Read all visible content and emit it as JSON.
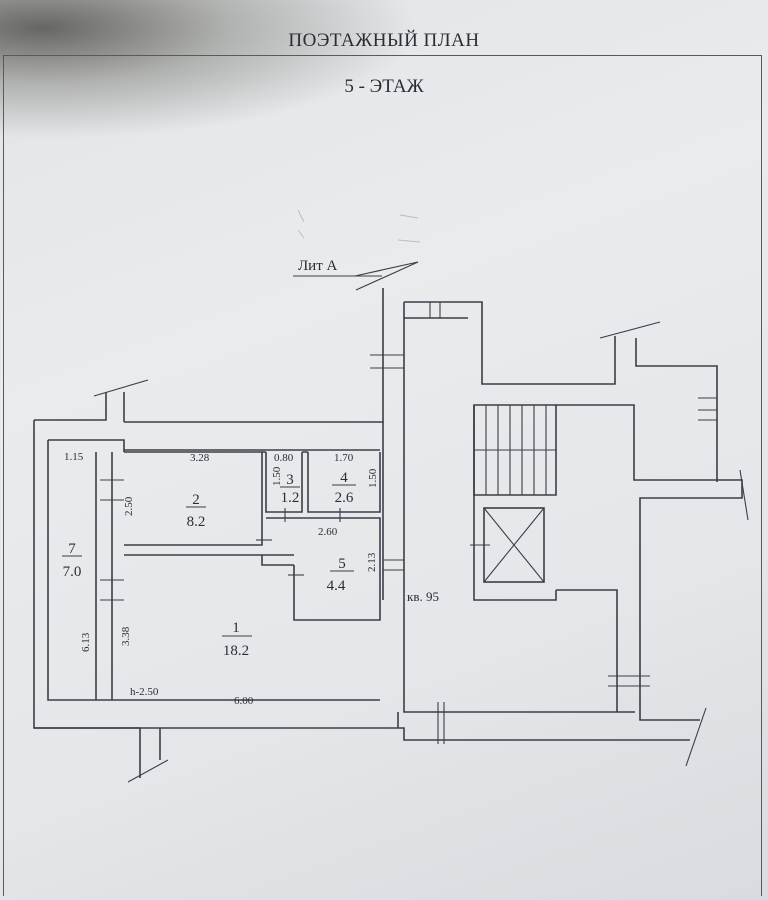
{
  "document": {
    "title": "ПОЭТАЖНЫЙ ПЛАН",
    "floor": "5 - ЭТАЖ",
    "building_label": "Лит А",
    "apartment_label": "кв. 95"
  },
  "rooms": [
    {
      "number": "1",
      "area": "18.2"
    },
    {
      "number": "2",
      "area": "8.2"
    },
    {
      "number": "3",
      "area": "1.2"
    },
    {
      "number": "4",
      "area": "2.6"
    },
    {
      "number": "5",
      "area": "4.4"
    },
    {
      "number": "7",
      "area": "7.0"
    }
  ],
  "dimensions": {
    "d_1_15": "1.15",
    "d_3_28": "3.28",
    "d_0_80": "0.80",
    "d_1_70": "1.70",
    "d_1_50_a": "1.50",
    "d_1_50_b": "1.50",
    "d_2_50": "2.50",
    "d_2_60": "2.60",
    "d_2_13": "2.13",
    "d_6_13": "6.13",
    "d_3_38": "3.38",
    "d_6_00": "6.00",
    "height": "h-2.50"
  }
}
